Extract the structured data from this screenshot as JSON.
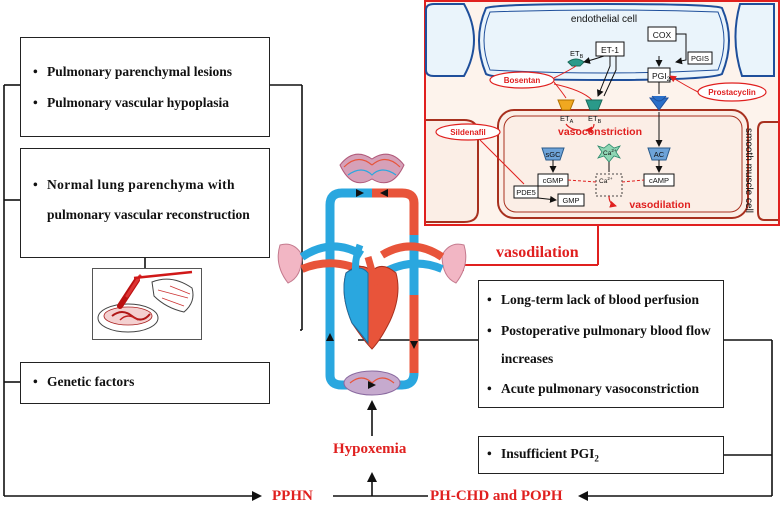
{
  "colors": {
    "accent_red": "#e0201f",
    "vessel_blue": "#2aa7df",
    "vessel_red": "#e8543a",
    "membrane_blue": "#1f4f9b",
    "membrane_brown": "#a8301e",
    "lung_pink": "#f2b6c4"
  },
  "left_boxes": {
    "box1": [
      "Pulmonary parenchymal lesions",
      "Pulmonary vascular hypoplasia"
    ],
    "box2": [
      "Normal lung parenchyma with",
      "pulmonary vascular reconstruction"
    ],
    "box3": [
      "Genetic factors"
    ]
  },
  "right_boxes": {
    "box1": [
      "Long-term lack of blood perfusion",
      "Postoperative pulmonary blood flow",
      "increases",
      "Acute pulmonary vasoconstriction"
    ],
    "box2_text": "Insufficient PGI",
    "box2_sub": "2"
  },
  "labels": {
    "vasodilation_main": "vasodilation",
    "hypoxemia": "Hypoxemia",
    "pphn": "PPHN",
    "phchd": "PH-CHD and POPH"
  },
  "inset": {
    "endothelial": "endothelial cell",
    "smooth_muscle": "smooth muscle cell",
    "et1": "ET-1",
    "cox": "COX",
    "pgis": "PGIS",
    "pgi2": "PGI",
    "pgi2_sub": "2",
    "et_b_top": "ET",
    "et_b_top_sub": "B",
    "et_a": "ET",
    "et_a_sub": "A",
    "et_b": "ET",
    "et_b_sub": "B",
    "bosentan": "Bosentan",
    "prostacyclin": "Prostacyclin",
    "sildenafil": "Sildenafil",
    "vasoconstriction": "vasoconstriction",
    "vasodilation": "vasodilation",
    "sgc": "sGC",
    "ca_top": "Ca",
    "ca_top_sup": "2+",
    "ca_mid": "Ca",
    "ca_mid_sup": "2+",
    "ac": "AC",
    "cgmp": "cGMP",
    "camp": "cAMP",
    "pde5": "PDE5",
    "gmp": "GMP"
  }
}
